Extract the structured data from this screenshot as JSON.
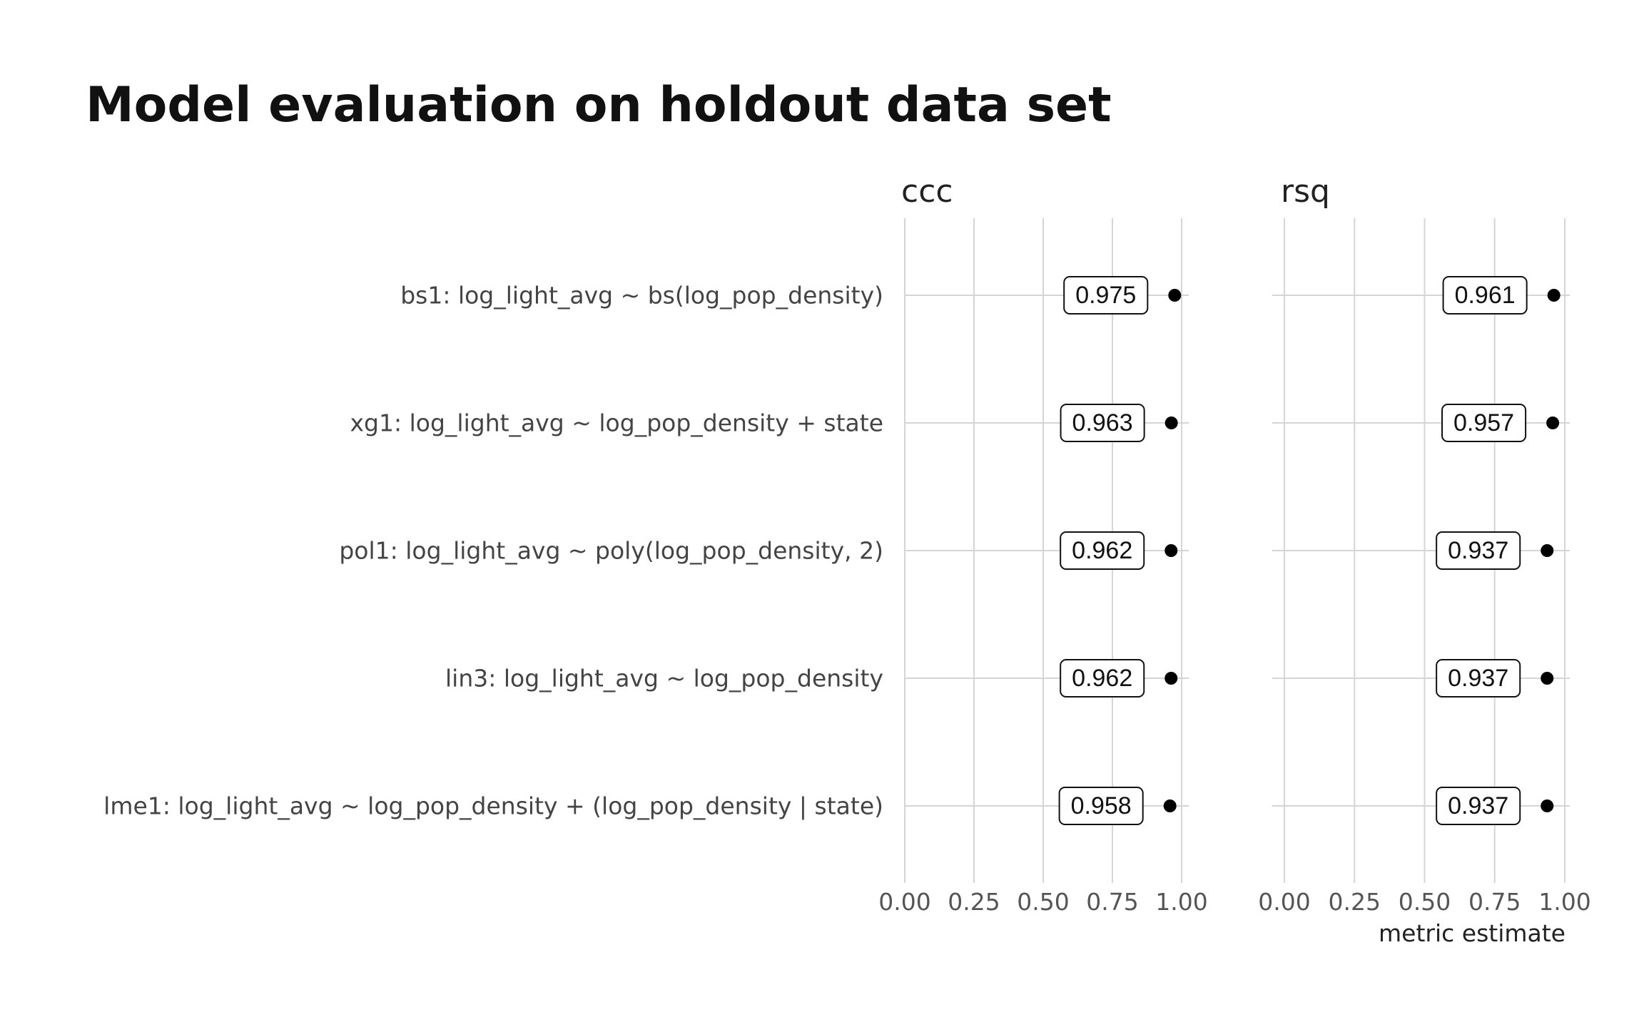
{
  "chart_data": {
    "type": "scatter",
    "title": "Model evaluation on holdout data set",
    "xlabel": "metric estimate",
    "xlim": [
      0,
      1
    ],
    "x_ticks": [
      "0.00",
      "0.25",
      "0.50",
      "0.75",
      "1.00"
    ],
    "grid": true,
    "categories": [
      "bs1: log_light_avg ~ bs(log_pop_density)",
      "xg1: log_light_avg ~ log_pop_density + state",
      "pol1: log_light_avg ~ poly(log_pop_density, 2)",
      "lin3: log_light_avg ~ log_pop_density",
      "lme1: log_light_avg ~ log_pop_density + (log_pop_density | state)"
    ],
    "facets": [
      {
        "name": "ccc",
        "values": [
          0.975,
          0.963,
          0.962,
          0.962,
          0.958
        ],
        "labels": [
          "0.975",
          "0.963",
          "0.962",
          "0.962",
          "0.958"
        ]
      },
      {
        "name": "rsq",
        "values": [
          0.961,
          0.957,
          0.937,
          0.937,
          0.937
        ],
        "labels": [
          "0.961",
          "0.957",
          "0.937",
          "0.937",
          "0.937"
        ]
      }
    ]
  }
}
